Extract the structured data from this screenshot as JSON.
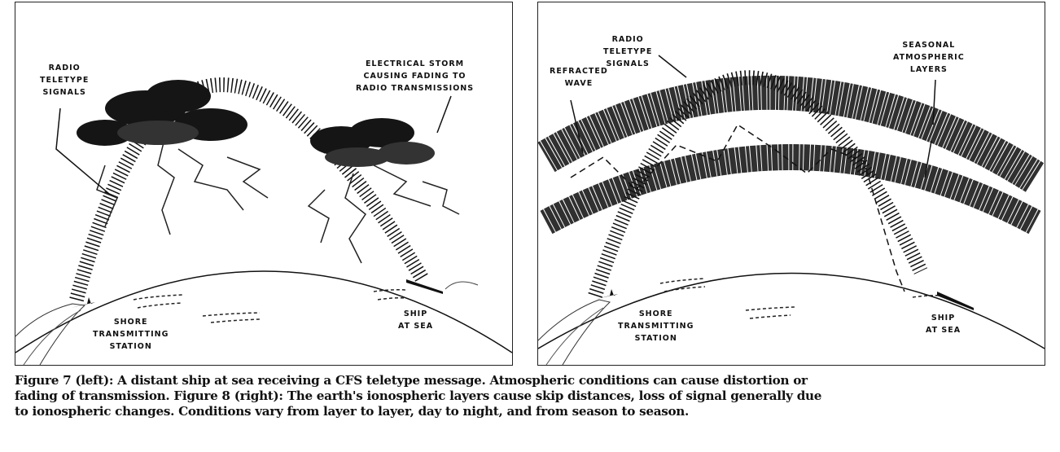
{
  "figure7": {
    "labels": {
      "radio_signals": "RADIO\nTELETYPE\nSIGNALS",
      "storm": "ELECTRICAL STORM\nCAUSING FADING TO\nRADIO TRANSMISSIONS",
      "shore": "SHORE\nTRANSMITTING\nSTATION",
      "ship": "SHIP\nAT SEA"
    }
  },
  "figure8": {
    "labels": {
      "radio_signals": "RADIO\nTELETYPE\nSIGNALS",
      "refracted": "REFRACTED\nWAVE",
      "layers": "SEASONAL\nATMOSPHERIC\nLAYERS",
      "shore": "SHORE\nTRANSMITTING\nSTATION",
      "ship": "SHIP\nAT SEA"
    }
  },
  "caption": {
    "line1": "Figure 7 (left):   A distant ship at sea receiving a CFS teletype message.  Atmospheric conditions can cause distortion or",
    "line2": "fading of transmission.  Figure 8 (right):  The earth's ionospheric layers cause skip distances, loss of signal generally due",
    "line3": "to ionospheric changes.  Conditions vary from layer to layer, day to night, and from season to season."
  }
}
